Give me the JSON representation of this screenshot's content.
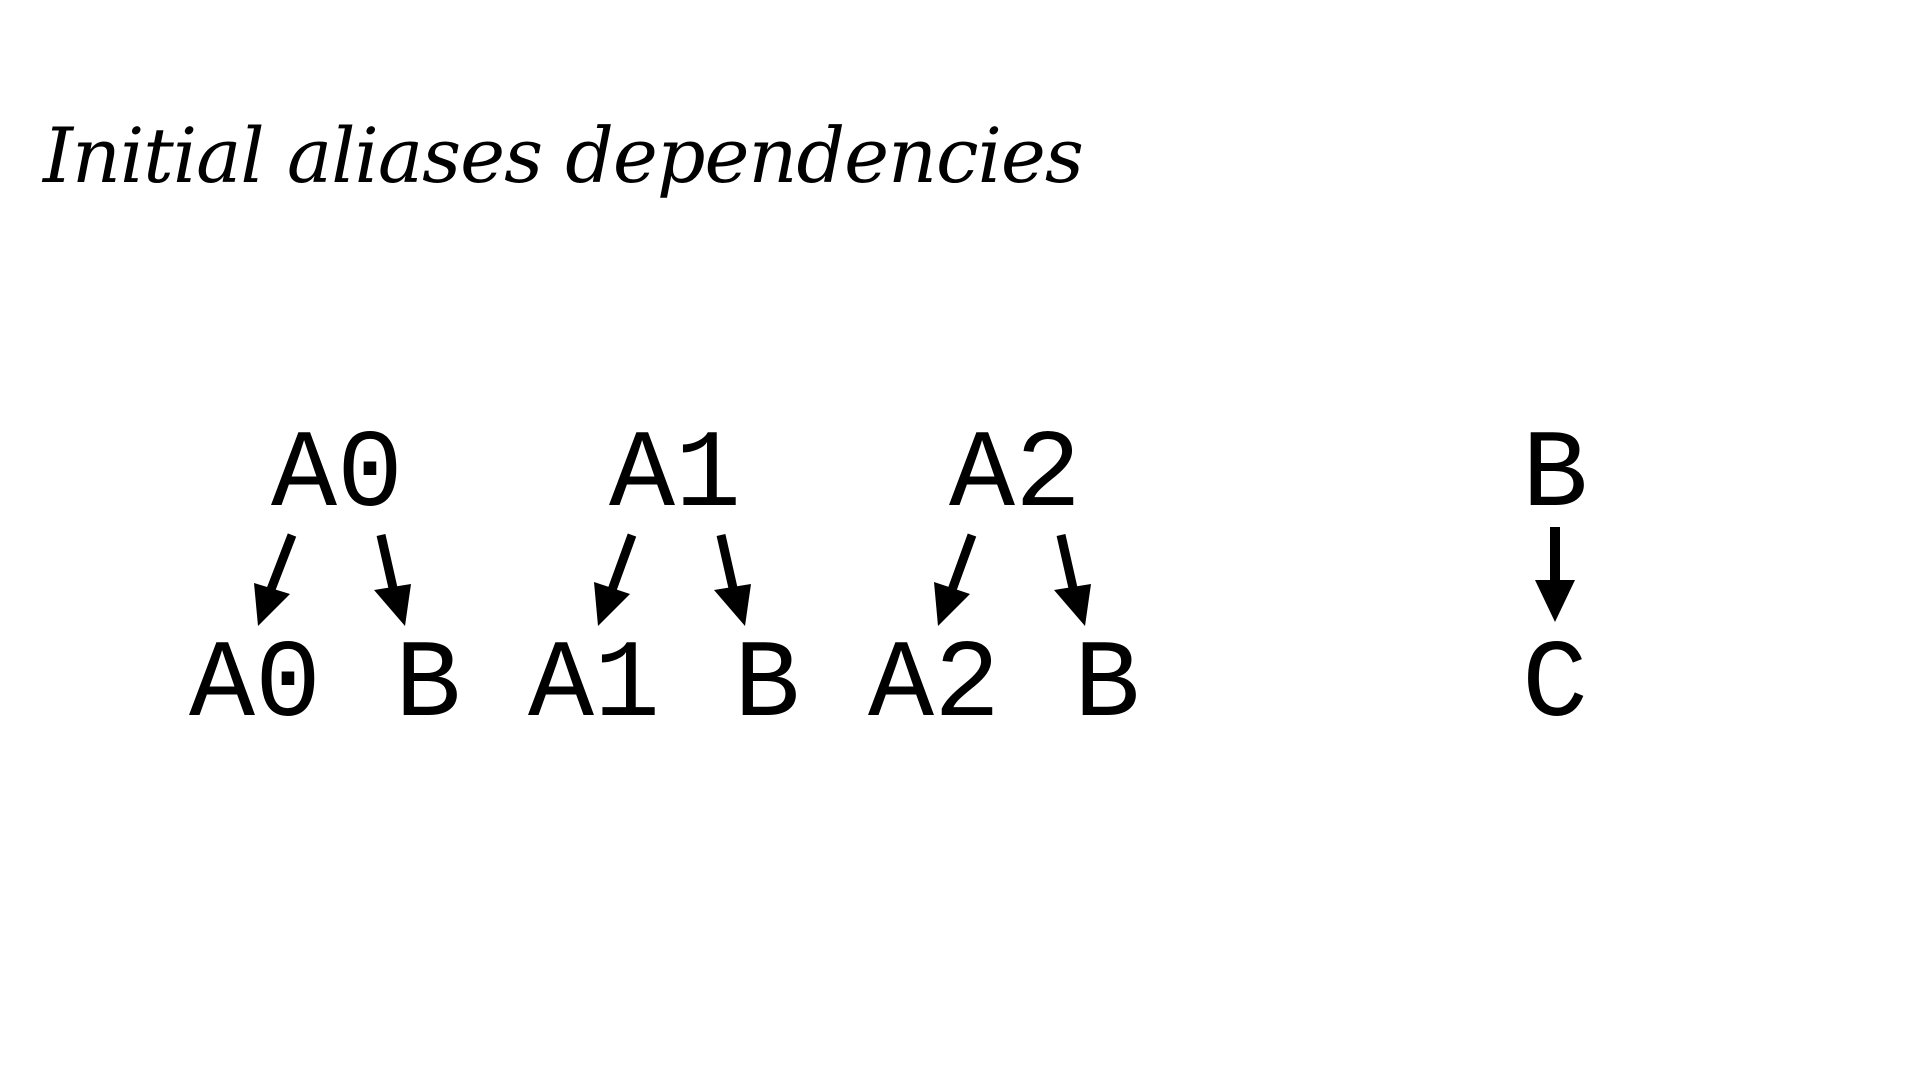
{
  "title": "Initial aliases dependencies",
  "nodes": {
    "a0_top": "A0",
    "a1_top": "A1",
    "a2_top": "A2",
    "b_top": "B",
    "a0_bottom": "A0",
    "b_bottom_1": "B",
    "a1_bottom": "A1",
    "b_bottom_2": "B",
    "a2_bottom": "A2",
    "b_bottom_3": "B",
    "c_bottom": "C"
  },
  "edges": [
    {
      "from": "a0_top",
      "to": "a0_bottom"
    },
    {
      "from": "a0_top",
      "to": "b_bottom_1"
    },
    {
      "from": "a1_top",
      "to": "a1_bottom"
    },
    {
      "from": "a1_top",
      "to": "b_bottom_2"
    },
    {
      "from": "a2_top",
      "to": "a2_bottom"
    },
    {
      "from": "a2_top",
      "to": "b_bottom_3"
    },
    {
      "from": "b_top",
      "to": "c_bottom"
    }
  ],
  "colors": {
    "ink": "#000000",
    "background": "#ffffff"
  }
}
